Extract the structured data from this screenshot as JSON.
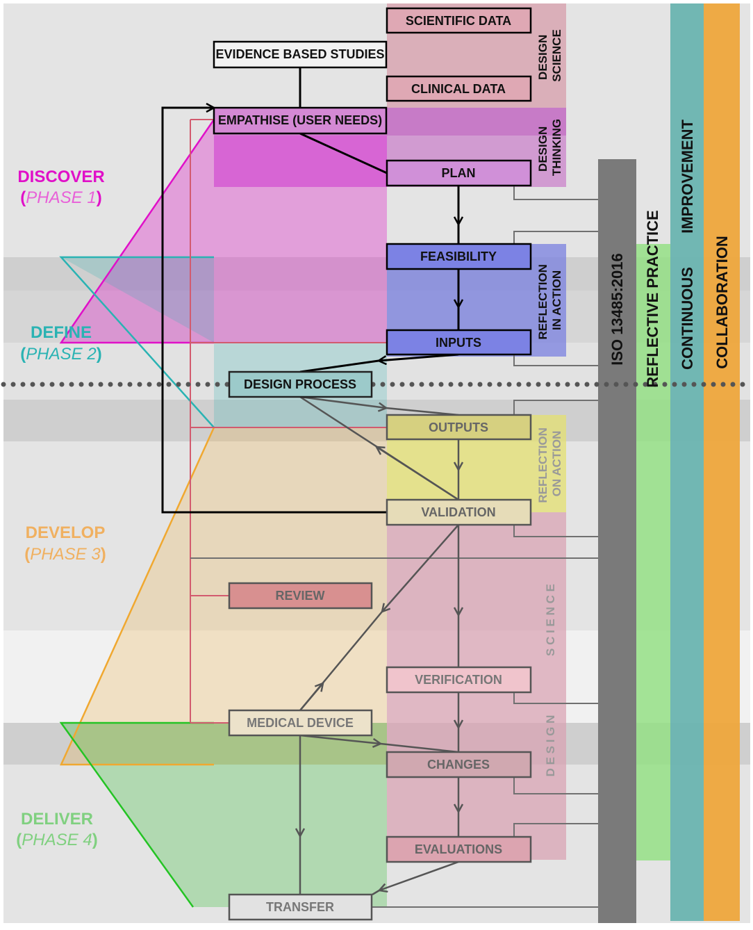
{
  "boxes": {
    "scientific_data": "SCIENTIFIC DATA",
    "clinical_data": "CLINICAL DATA",
    "evidence_studies": "EVIDENCE BASED STUDIES",
    "empathise": "EMPATHISE (USER NEEDS)",
    "plan": "PLAN",
    "feasibility": "FEASIBILITY",
    "inputs": "INPUTS",
    "design_process": "DESIGN PROCESS",
    "outputs": "OUTPUTS",
    "validation": "VALIDATION",
    "review": "REVIEW",
    "verification": "VERIFICATION",
    "medical_device": "MEDICAL DEVICE",
    "changes": "CHANGES",
    "evaluations": "EVALUATIONS",
    "transfer": "TRANSFER"
  },
  "phases": {
    "discover": {
      "name": "DISCOVER",
      "open": "(",
      "sub": "PHASE 1",
      "close": ")"
    },
    "define": {
      "name": "DEFINE",
      "open": "(",
      "sub": "PHASE 2",
      "close": ")"
    },
    "develop": {
      "name": "DEVELOP",
      "open": "(",
      "sub": "PHASE 3",
      "close": ")"
    },
    "deliver": {
      "name": "DELIVER",
      "open": "(",
      "sub": "PHASE 4",
      "close": ")"
    }
  },
  "side_labels": {
    "design_science_top_1": "DESIGN",
    "design_science_top_2": "SCIENCE",
    "design_thinking_1": "DESIGN",
    "design_thinking_2": "THINKING",
    "reflection_in_action_1": "REFLECTION",
    "reflection_in_action_2": "IN ACTION",
    "reflection_on_action_1": "REFLECTION",
    "reflection_on_action_2": "ON ACTION",
    "science_spaced": "S C I E N C E",
    "design_spaced": "D E S I G N"
  },
  "bars": {
    "iso": "ISO 13485:2016",
    "reflective": "REFLECTIVE PRACTICE",
    "continuous": "CONTINUOUS",
    "improvement": "IMPROVEMENT",
    "collaboration": "COLLABORATION"
  },
  "colors": {
    "discover": "#e010c8",
    "define": "#2ab3b3",
    "develop": "#f0a830",
    "deliver": "#24c424",
    "design_science": "#d8a0b0",
    "design_thinking": "#d890d8",
    "reflection_in_action": "#8a90e0",
    "reflection_on_action": "#e0dc80",
    "iso_bar": "#7a7a7a",
    "reflective_bar": "#90e080",
    "continuous_bar": "#6ab4b0",
    "collaboration_bar": "#eea63c"
  }
}
